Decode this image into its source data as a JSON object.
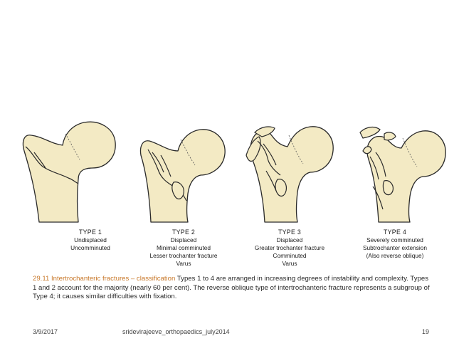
{
  "types": [
    {
      "title": "TYPE 1",
      "lines": [
        "Undisplaced",
        "Uncomminuted"
      ]
    },
    {
      "title": "TYPE 2",
      "lines": [
        "Displaced",
        "Minimal comminuted",
        "Lesser trochanter fracture",
        "Varus"
      ]
    },
    {
      "title": "TYPE 3",
      "lines": [
        "Displaced",
        "Greater trochanter fracture",
        "Comminuted",
        "Varus"
      ]
    },
    {
      "title": "TYPE 4",
      "lines": [
        "Severely comminuted",
        "Subtrochanter extension",
        "(Also reverse oblique)"
      ]
    }
  ],
  "caption": {
    "label": "29.11 Intertrochanteric fractures – classification",
    "text": " Types 1 to 4 are arranged in increasing degrees of instability and complexity. Types 1 and 2 account for the majority (nearly 60 per cent). The reverse oblique type of intertrochanteric fracture represents a subgroup of Type 4; it causes similar difficulties with fixation."
  },
  "footer": {
    "date": "3/9/2017",
    "author": "sridevirajeeve_orthopaedics_july2014",
    "page": "19"
  },
  "colors": {
    "bone_fill": "#f3eac4",
    "bone_outline": "#2a2a2a",
    "caption_label": "#c8782a"
  }
}
